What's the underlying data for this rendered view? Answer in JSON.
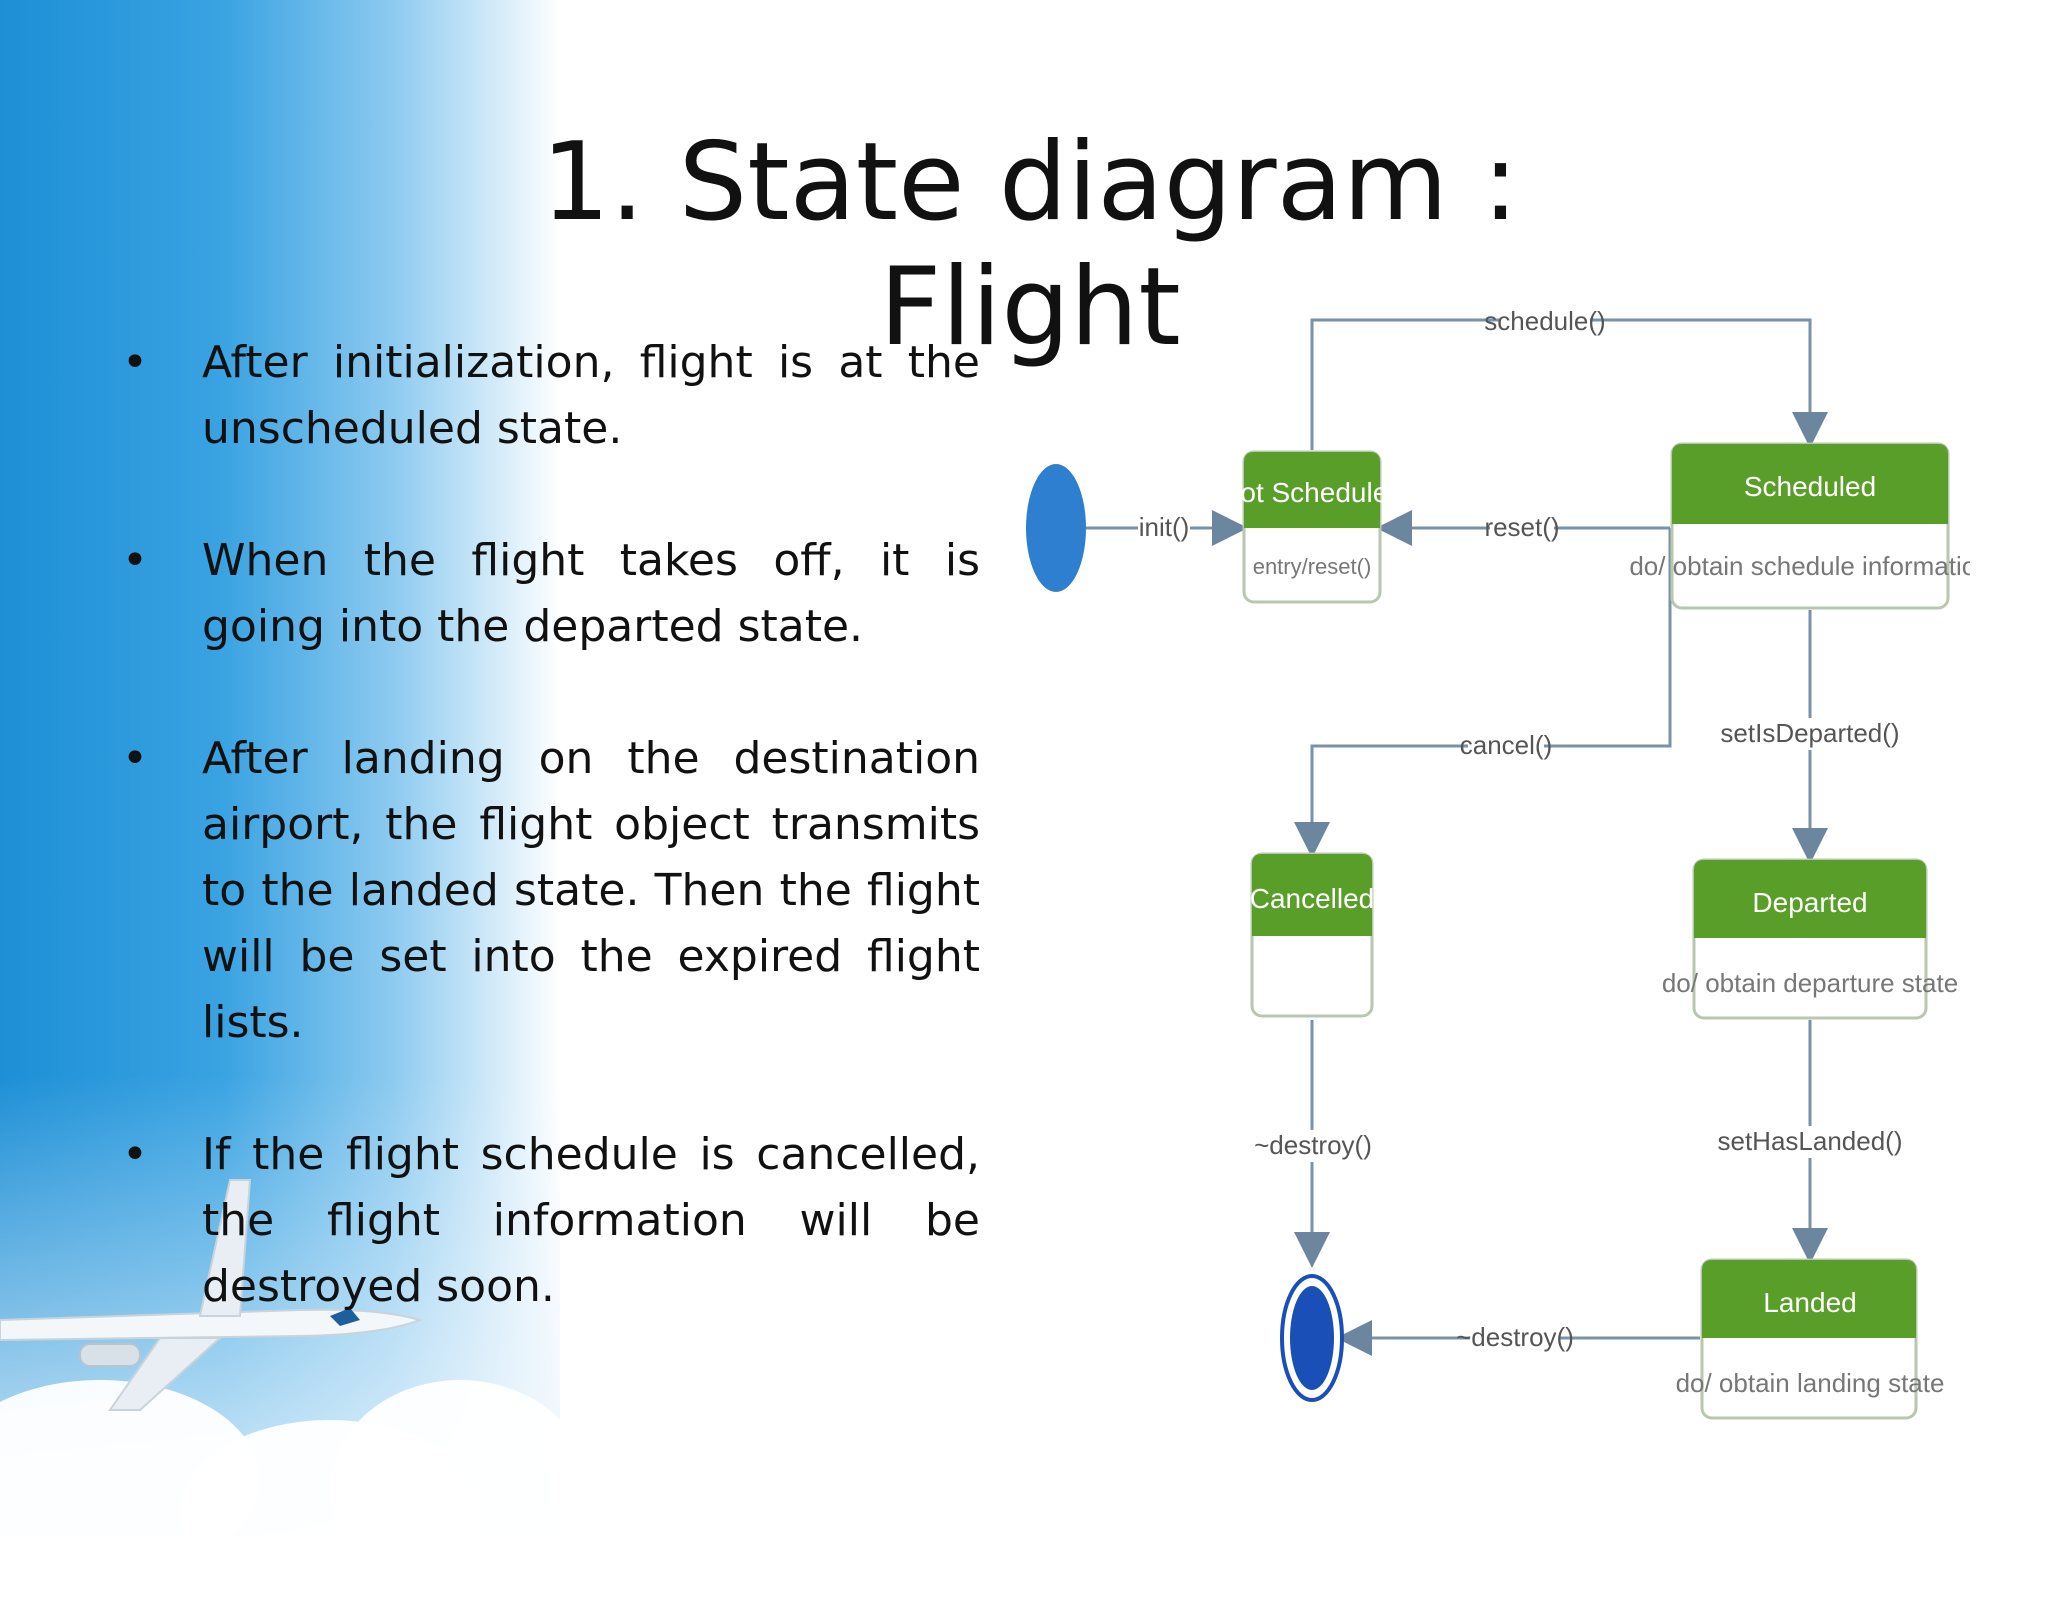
{
  "slide": {
    "title": "1. State diagram : Flight"
  },
  "bullets": [
    "After initialization, flight is at the unscheduled state.",
    "When the flight takes off, it is going into the departed state.",
    "After landing on the destination airport, the flight object transmits to the landed state. Then the flight will be set into the expired flight lists.",
    "If the flight schedule is cancelled, the flight information will be destroyed soon."
  ],
  "diagram": {
    "states": {
      "not_scheduled": {
        "name": "Not Scheduled",
        "activity": "entry/reset()"
      },
      "scheduled": {
        "name": "Scheduled",
        "activity": "do/ obtain schedule information"
      },
      "cancelled": {
        "name": "Cancelled",
        "activity": ""
      },
      "departed": {
        "name": "Departed",
        "activity": "do/ obtain departure state"
      },
      "landed": {
        "name": "Landed",
        "activity": "do/ obtain landing state"
      }
    },
    "transitions": {
      "init": "init()",
      "schedule": "schedule()",
      "reset": "reset()",
      "cancel": "cancel()",
      "set_departed": "setIsDeparted()",
      "set_landed": "setHasLanded()",
      "destroy_cancelled": "~destroy()",
      "destroy_landed": "~destroy()"
    },
    "colors": {
      "state_header": "#5a9e2a",
      "initial_node": "#2f7fd0",
      "final_node": "#1a4fb8",
      "arrow": "#7a92a8"
    }
  }
}
